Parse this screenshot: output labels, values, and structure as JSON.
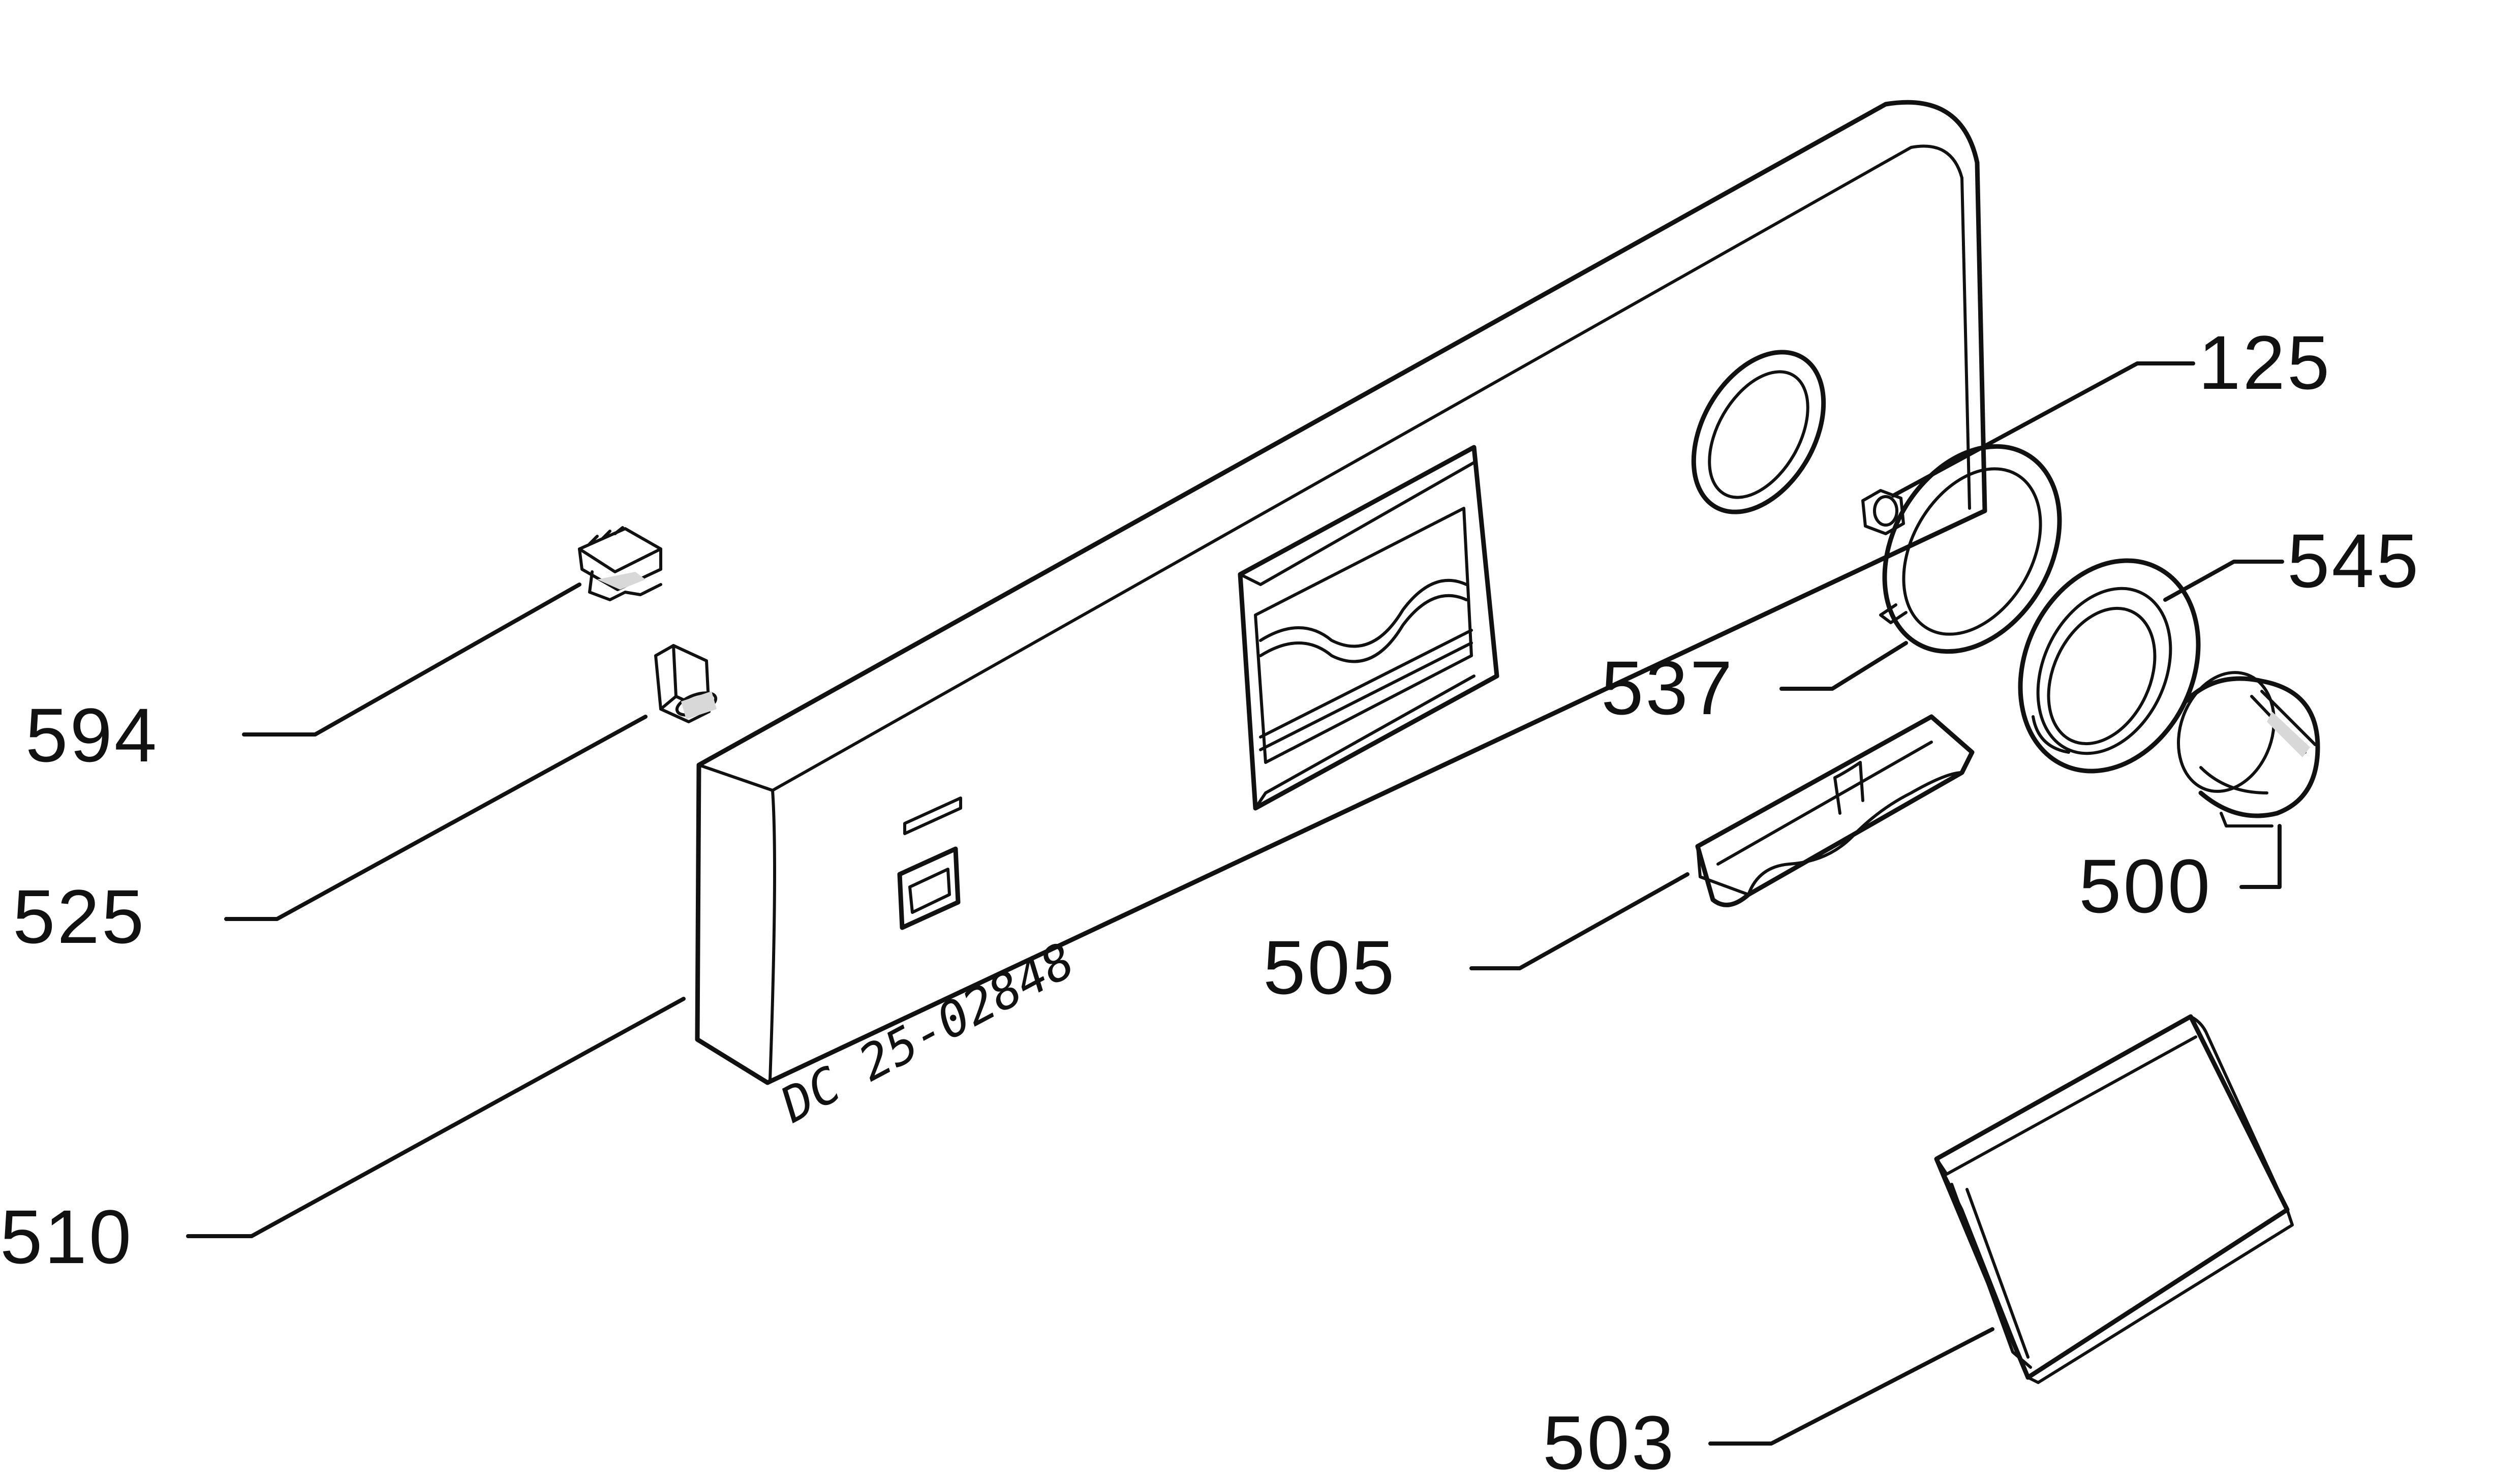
{
  "diagram": {
    "drawing_code": "DC 25-02848",
    "parts": [
      {
        "id": "part-594",
        "label": "594"
      },
      {
        "id": "part-525",
        "label": "525"
      },
      {
        "id": "part-510",
        "label": "510"
      },
      {
        "id": "part-505",
        "label": "505"
      },
      {
        "id": "part-537",
        "label": "537"
      },
      {
        "id": "part-125",
        "label": "125"
      },
      {
        "id": "part-545",
        "label": "545"
      },
      {
        "id": "part-500",
        "label": "500"
      },
      {
        "id": "part-503",
        "label": "503"
      }
    ]
  }
}
